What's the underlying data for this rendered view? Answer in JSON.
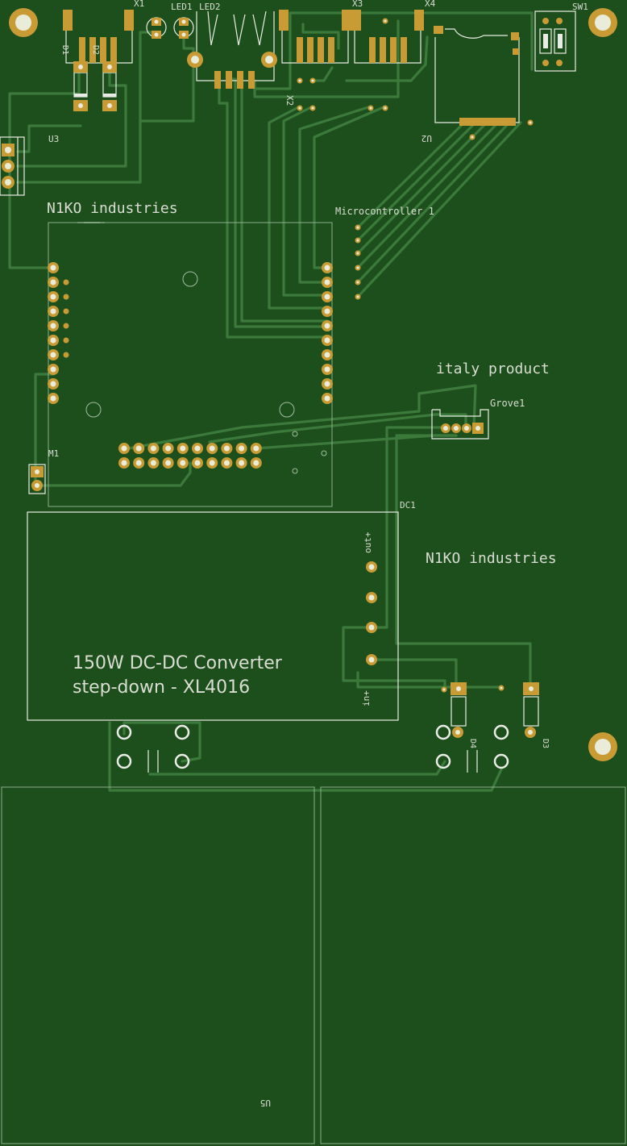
{
  "board": {
    "colors": {
      "board": "#1d4f1d",
      "trace": "#3c7a3c",
      "pad": "#c89b35",
      "silkscreen": "#e9ece4"
    },
    "labels": {
      "x1": "X1",
      "led1": "LED1",
      "led2": "LED2",
      "x3": "X3",
      "x4": "X4",
      "sw1": "SW1",
      "d1": "D1",
      "d2": "D2",
      "x2": "X2",
      "u3": "U3",
      "u2": "U2",
      "brand_top": "N1KO industries",
      "microcontroller": "Microcontroller 1",
      "italy": "italy product",
      "grove": "Grove1",
      "m1": "M1",
      "dc1": "DC1",
      "out_plus": "out+",
      "in_plus": "in+",
      "brand_right": "N1KO industries",
      "converter_line1": "150W DC-DC Converter",
      "converter_line2": "step-down - XL4016",
      "d3": "D3",
      "d4": "D4",
      "u5": "U5"
    }
  }
}
